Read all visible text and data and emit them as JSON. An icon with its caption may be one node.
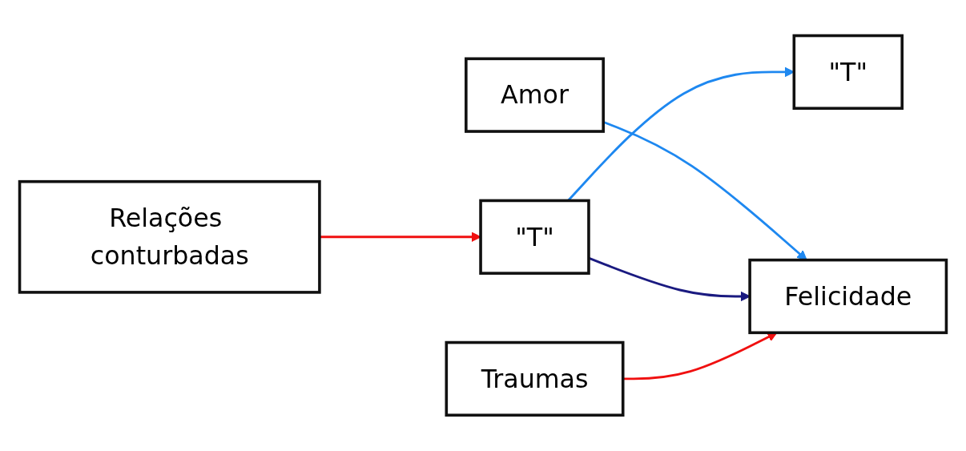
{
  "diagram": {
    "nodes": [
      {
        "text": [
          "\"T\""
        ]
      },
      {
        "text": [
          "Amor"
        ]
      },
      {
        "text": [
          "\"T\""
        ]
      },
      {
        "text": [
          "Felicidade"
        ]
      },
      {
        "text": [
          "Relações conturbadas"
        ]
      },
      {
        "text": [
          "Traumas"
        ]
      }
    ],
    "edges": [
      {
        "from": 2,
        "to": 0,
        "arrow": "to",
        "color": "#1e88f0"
      },
      {
        "from": 1,
        "to": 3,
        "arrow": "to",
        "color": "#1e88f0"
      },
      {
        "from": 2,
        "to": 3,
        "arrow": "to",
        "color": "#1a1a80"
      },
      {
        "from": 4,
        "to": 2,
        "arrow": "to",
        "color": "#f01010"
      },
      {
        "from": 5,
        "to": 3,
        "arrow": "to",
        "color": "#f01010"
      }
    ]
  }
}
